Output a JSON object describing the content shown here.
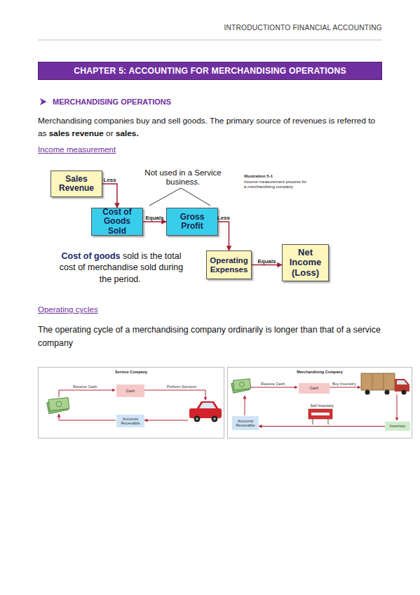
{
  "diagram": {
    "title": "CHAPTER 5: ACCOUNTING FOR MERCHANDISING OPERATIONS",
    "nodes": [
      {
        "text": [
          "Sales Revenue"
        ]
      },
      {
        "text": [
          "Cost of Goods Sold"
        ]
      },
      {
        "text": [
          "Gross Profit"
        ]
      },
      {
        "text": [
          "Operating Expenses"
        ]
      },
      {
        "text": [
          "Net Income (Loss)"
        ]
      },
      {
        "text": [
          "Service Company"
        ]
      },
      {
        "text": [
          "Cash"
        ],
        "in": 5
      },
      {
        "text": [
          "Accounts Receivable"
        ],
        "in": 5
      },
      {
        "text": [
          "Merchandising Company"
        ]
      },
      {
        "text": [
          "Cash"
        ],
        "in": 8
      },
      {
        "text": [
          "Inventory"
        ],
        "in": 8
      },
      {
        "text": [
          "Accounts Receivable"
        ],
        "in": 8
      }
    ],
    "edges": [
      {
        "from": 0,
        "to": 1,
        "label": "Less",
        "arrow": "to"
      },
      {
        "from": 1,
        "to": 2,
        "label": "Equals",
        "arrow": "to"
      },
      {
        "from": 2,
        "to": 3,
        "label": "Less",
        "arrow": "to"
      },
      {
        "from": 3,
        "to": 4,
        "label": "Equals",
        "arrow": "to"
      },
      {
        "from": 10,
        "to": 11,
        "label": "Sell Inventory",
        "arrow": "to"
      }
    ],
    "labels": [
      "INTRODUCTIONTO FINANCIAL ACCOUNTING",
      "MERCHANDISING OPERATIONS",
      "Merchandising companies buy and sell goods. The primary source of revenues is referred to as",
      "sales revenue",
      "or",
      "sales.",
      "Income measurement",
      "Not used in a Service business.",
      "Illustration 5-1",
      "Income measurement process for a merchandising company",
      "Cost of goods",
      "sold is the total cost of merchandise sold during the period.",
      "Operating cycles",
      "The operating cycle of a merchandising company ordinarily is longer than that of a service company",
      "Receive Cash",
      "Perform Services",
      "Receive Cash",
      "Buy Inventory"
    ]
  }
}
